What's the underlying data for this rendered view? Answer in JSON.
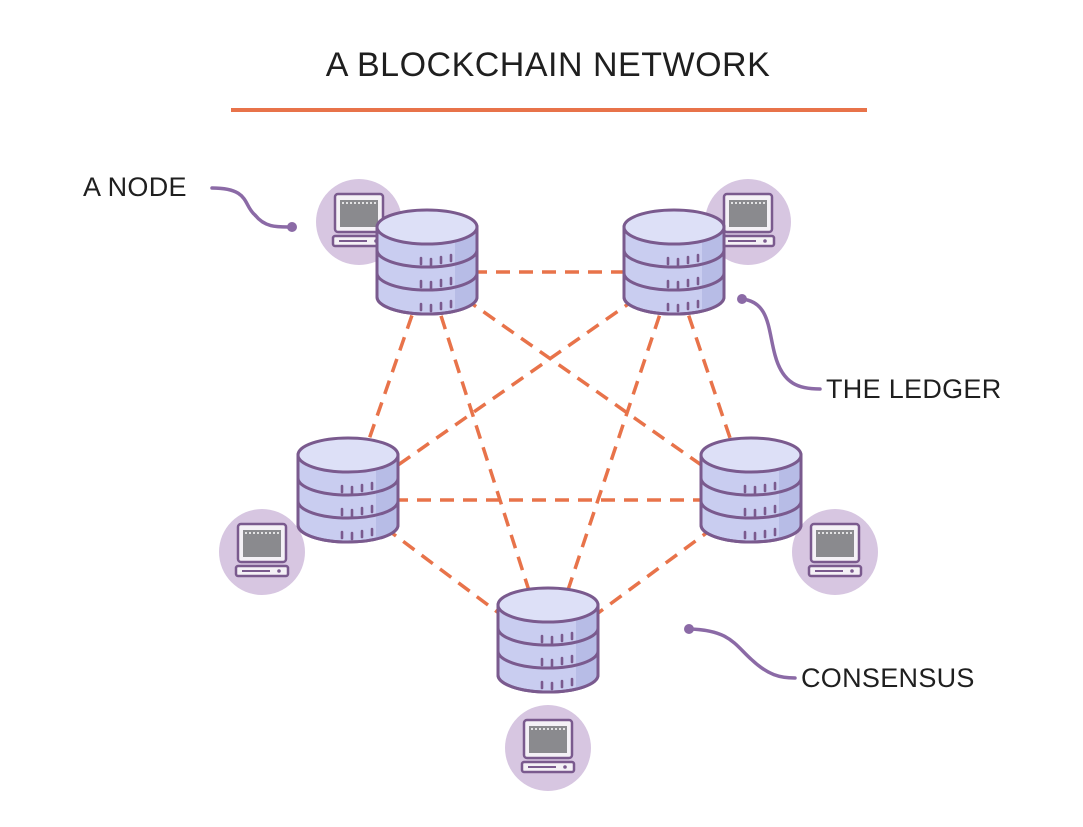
{
  "diagram": {
    "title": "A BLOCKCHAIN NETWORK",
    "labels": {
      "node": "A NODE",
      "ledger": "THE LEDGER",
      "consensus": "CONSENSUS"
    },
    "colors": {
      "accent_line": "#e8734a",
      "title_rule": "#e8734a",
      "db_fill": "#c9cdf0",
      "db_side": "#b7bce6",
      "db_stroke": "#7a5a8e",
      "computer_circle": "#d7c6e1",
      "callout_stroke": "#8b6aa6",
      "text": "#1f1f1f"
    },
    "icons": {
      "node": "database-icon",
      "computer": "computer-icon"
    },
    "nodes": [
      {
        "id": "top-left",
        "computer_side": "upper-left"
      },
      {
        "id": "top-right",
        "computer_side": "upper-right"
      },
      {
        "id": "middle-left",
        "computer_side": "lower-left"
      },
      {
        "id": "middle-right",
        "computer_side": "lower-right"
      },
      {
        "id": "bottom",
        "computer_side": "below"
      }
    ],
    "edges": [
      [
        "top-left",
        "top-right"
      ],
      [
        "top-left",
        "middle-left"
      ],
      [
        "top-left",
        "middle-right"
      ],
      [
        "top-left",
        "bottom"
      ],
      [
        "top-right",
        "middle-left"
      ],
      [
        "top-right",
        "middle-right"
      ],
      [
        "top-right",
        "bottom"
      ],
      [
        "middle-left",
        "middle-right"
      ],
      [
        "middle-left",
        "bottom"
      ],
      [
        "middle-right",
        "bottom"
      ]
    ]
  }
}
